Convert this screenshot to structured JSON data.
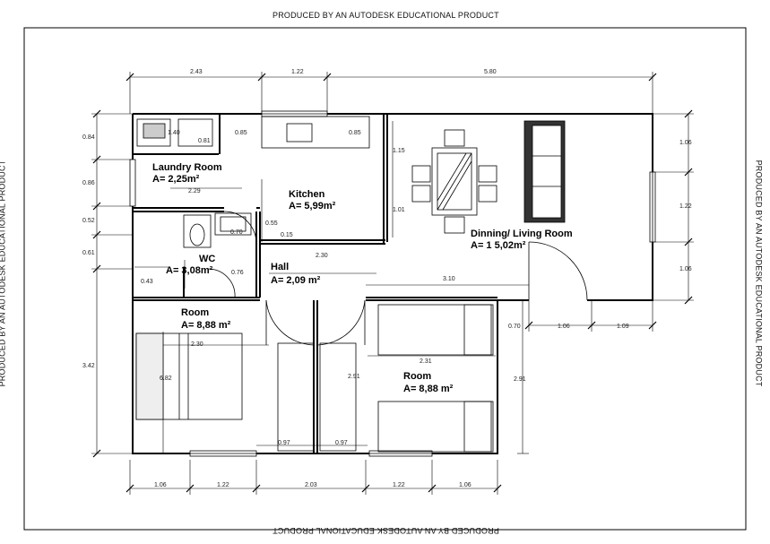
{
  "watermark": "PRODUCED BY AN AUTODESK EDUCATIONAL PRODUCT",
  "rooms": [
    {
      "id": "laundry",
      "name": "Laundry Room",
      "area": "A= 2,25m²"
    },
    {
      "id": "kitchen",
      "name": "Kitchen",
      "area": "A= 5,99m²"
    },
    {
      "id": "wc",
      "name": "WC",
      "area": "A= 3,08m²"
    },
    {
      "id": "hall",
      "name": "Hall",
      "area": "A= 2,09 m²"
    },
    {
      "id": "living",
      "name": "Dinning/ Living Room",
      "area": "A= 1 5,02m²"
    },
    {
      "id": "room1",
      "name": "Room",
      "area": "A= 8,88 m²"
    },
    {
      "id": "room2",
      "name": "Room",
      "area": "A= 8,88 m²"
    }
  ],
  "dims": {
    "top": [
      "2.43",
      "1.22",
      "5.80"
    ],
    "bottom": [
      "1.06",
      "1.22",
      "2.03",
      "1.22",
      "1.06"
    ],
    "left": [
      "0.84",
      "0.86",
      "0.52",
      "0.61",
      "3.42"
    ],
    "right": [
      "1.06",
      "1.22",
      "1.06",
      "2.91"
    ],
    "right_bottom": [
      "0.70",
      "1.06",
      "1.09"
    ],
    "interior": [
      "1.40",
      "0.81",
      "0.85",
      "0.85",
      "2.29",
      "0.70",
      "0.55",
      "0.15",
      "2.30",
      "0.43",
      "0.76",
      "1.15",
      "1.01",
      "3.10",
      "2.30",
      "6.82",
      "0.97",
      "0.97",
      "2.91",
      "2.31"
    ]
  }
}
